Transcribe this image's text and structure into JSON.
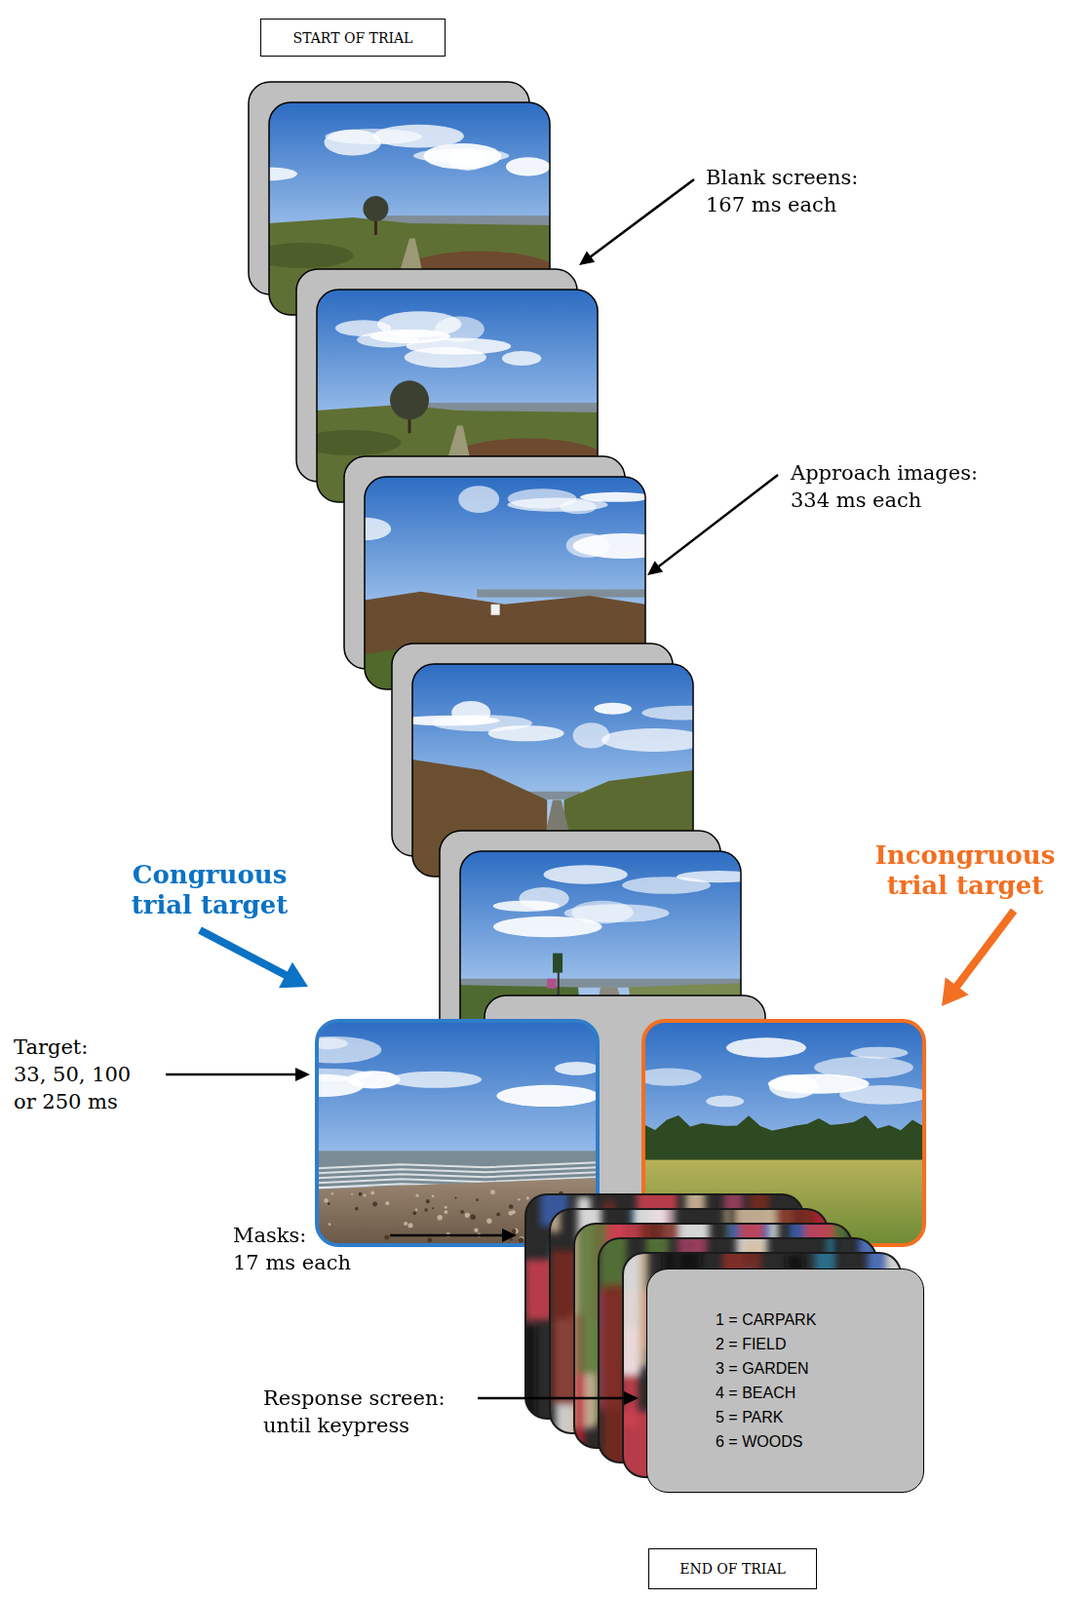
{
  "diagram": {
    "nodes": [
      {
        "text": [
          "START OF TRIAL"
        ]
      },
      {
        "text": [
          "1 = CARPARK",
          "2 = FIELD",
          "3 = GARDEN",
          "4 = BEACH",
          "5 = PARK",
          "6 = WOODS"
        ]
      },
      {
        "text": [
          "END OF TRIAL"
        ]
      }
    ],
    "labels": [
      "Blank screens:",
      "167 ms each",
      "Approach images:",
      "334 ms each",
      "Congruous trial target",
      "Incongruous trial target",
      "Target:",
      "33, 50, 100 or 250 ms",
      "Masks:",
      "17 ms each",
      "Response screen:",
      "until keypress"
    ]
  }
}
